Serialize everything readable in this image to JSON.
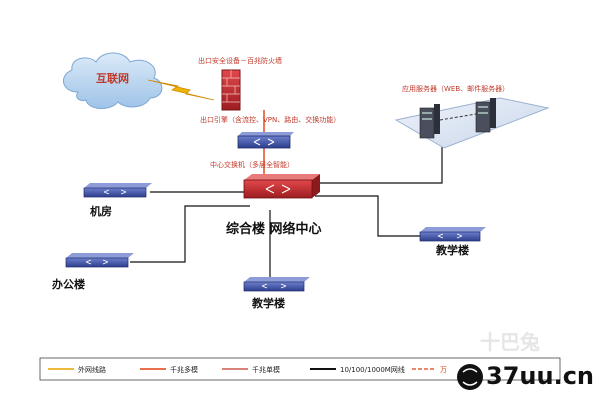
{
  "nodes": {
    "internet": "互联网",
    "firewall": "出口安全设备－百兆防火墙",
    "router": "出口引擎（含流控、VPN、路由、交换功能）",
    "core_switch": "中心交换机（多层全智能）",
    "server": "应用服务器（WEB、邮件服务器）",
    "network_center": "综合楼 网络中心",
    "machine_room": "机房",
    "office": "办公楼",
    "teaching_left": "教学楼",
    "teaching_right": "教学楼"
  },
  "legend": {
    "external": "外网线路",
    "gigabit_multi": "千兆多模",
    "gigabit_single": "千兆单模",
    "copper": "10/100/1000M网线",
    "other": "万"
  },
  "colors": {
    "external": "#e8a300",
    "gigabit_multi": "#e04010",
    "gigabit_single": "#c0392b",
    "copper": "#111111",
    "switch": "#3a4fa8",
    "core": "#c0282b",
    "firewall": "#c0282b"
  },
  "watermark": {
    "text": "37uu.cn",
    "sub": "十巴兔"
  }
}
